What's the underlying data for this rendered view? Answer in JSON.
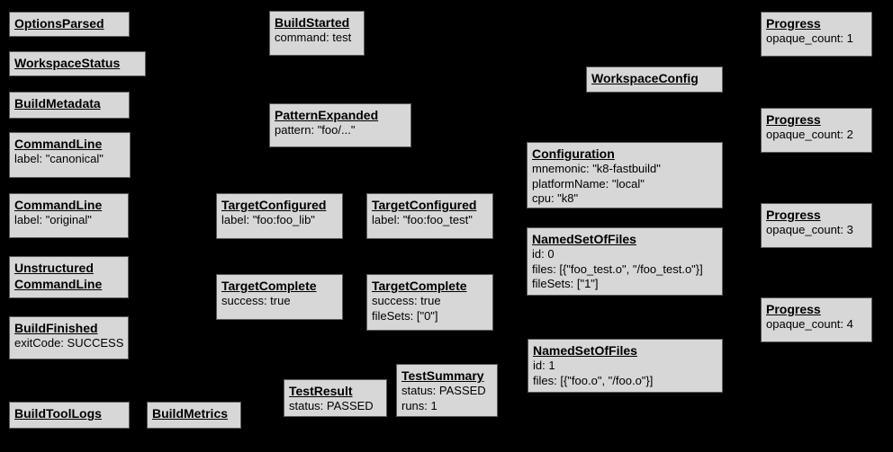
{
  "diagram": {
    "description": "Build Event Protocol event graph",
    "background_color": "#000000",
    "node_fill_color": "#d7d7d7",
    "node_border_color": "#5a5a5a",
    "node_text_color": "#000000"
  },
  "boxes": [
    {
      "title": "OptionsParsed",
      "lines": []
    },
    {
      "title": "WorkspaceStatus",
      "lines": []
    },
    {
      "title": "BuildMetadata",
      "lines": []
    },
    {
      "title": "CommandLine",
      "lines": [
        "label: \"canonical\""
      ]
    },
    {
      "title": "CommandLine",
      "lines": [
        "label: \"original\""
      ]
    },
    {
      "title": "Unstructured CommandLine",
      "lines": []
    },
    {
      "title": "BuildFinished",
      "lines": [
        "exitCode: SUCCESS"
      ]
    },
    {
      "title": "BuildToolLogs",
      "lines": []
    },
    {
      "title": "BuildMetrics",
      "lines": []
    },
    {
      "title": "BuildStarted",
      "lines": [
        "command: test"
      ]
    },
    {
      "title": "PatternExpanded",
      "lines": [
        "pattern: \"foo/...\""
      ]
    },
    {
      "title": "TargetConfigured",
      "lines": [
        "label: \"foo:foo_lib\""
      ]
    },
    {
      "title": "TargetConfigured",
      "lines": [
        "label: \"foo:foo_test\""
      ]
    },
    {
      "title": "TargetComplete",
      "lines": [
        "success: true"
      ]
    },
    {
      "title": "TargetComplete",
      "lines": [
        "success: true",
        "fileSets: [\"0\"]"
      ]
    },
    {
      "title": "TestResult",
      "lines": [
        "status: PASSED"
      ]
    },
    {
      "title": "TestSummary",
      "lines": [
        "status: PASSED",
        "runs: 1"
      ]
    },
    {
      "title": "WorkspaceConfig",
      "lines": []
    },
    {
      "title": "Configuration",
      "lines": [
        "mnemonic: \"k8-fastbuild\"",
        "platformName: \"local\"",
        "cpu: \"k8\""
      ]
    },
    {
      "title": "NamedSetOfFiles",
      "lines": [
        "id: 0",
        "files: [{\"foo_test.o\", \"/foo_test.o\"}]",
        "fileSets: [\"1\"]"
      ]
    },
    {
      "title": "NamedSetOfFiles",
      "lines": [
        "id: 1",
        "files: [{\"foo.o\", \"/foo.o\"}]"
      ]
    },
    {
      "title": "Progress",
      "lines": [
        "opaque_count: 1"
      ]
    },
    {
      "title": "Progress",
      "lines": [
        "opaque_count: 2"
      ]
    },
    {
      "title": "Progress",
      "lines": [
        "opaque_count: 3"
      ]
    },
    {
      "title": "Progress",
      "lines": [
        "opaque_count: 4"
      ]
    }
  ]
}
